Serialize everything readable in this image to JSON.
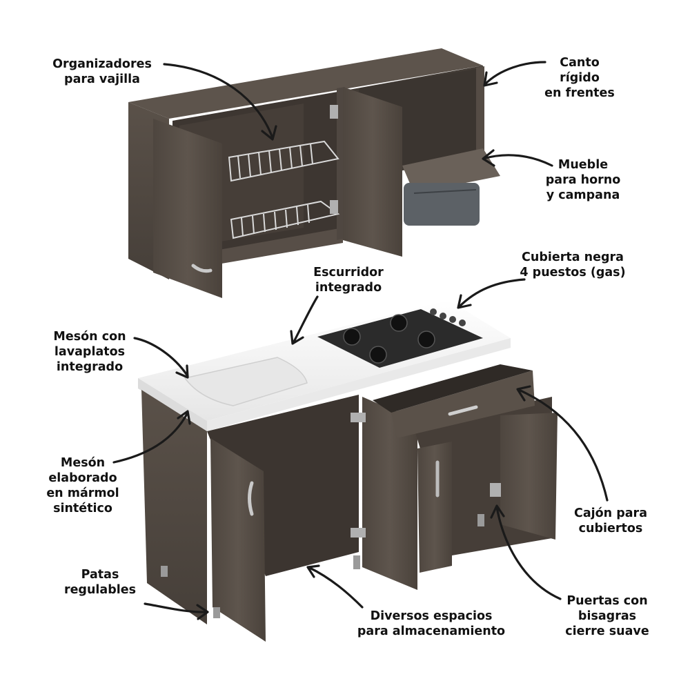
{
  "labels": {
    "organizadores": {
      "lines": [
        "Organizadores",
        "para vajilla"
      ]
    },
    "canto": {
      "lines": [
        "Canto",
        "rígido",
        "en frentes"
      ]
    },
    "mueble_horno": {
      "lines": [
        "Mueble",
        "para horno",
        "y campana"
      ]
    },
    "cubierta": {
      "lines": [
        "Cubierta negra",
        "4 puestos (gas)"
      ]
    },
    "escurridor": {
      "lines": [
        "Escurridor",
        "integrado"
      ]
    },
    "meson_lavaplatos": {
      "lines": [
        "Mesón con",
        "lavaplatos",
        "integrado"
      ]
    },
    "meson_marmol": {
      "lines": [
        "Mesón",
        "elaborado",
        "en mármol",
        "sintético"
      ]
    },
    "cajon": {
      "lines": [
        "Cajón para",
        "cubiertos"
      ]
    },
    "patas": {
      "lines": [
        "Patas",
        "regulables"
      ]
    },
    "diversos": {
      "lines": [
        "Diversos espacios",
        "para almacenamiento"
      ]
    },
    "puertas": {
      "lines": [
        "Puertas con",
        "bisagras",
        "cierre suave"
      ]
    }
  },
  "colors": {
    "wood_dark": "#4a423c",
    "wood_mid": "#5c534b",
    "wood_light": "#6b625a",
    "countertop": "#f2f2f2",
    "cooktop": "#2b2b2b",
    "rack": "#d8d8d8"
  }
}
